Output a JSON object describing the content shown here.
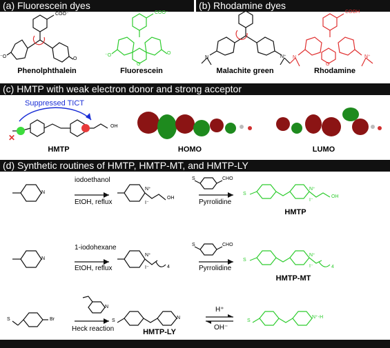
{
  "panels": {
    "a": {
      "title": "(a) Fluorescein dyes",
      "mol1": "Phenolphthalein",
      "mol2": "Fluorescein"
    },
    "b": {
      "title": "(b) Rhodamine dyes",
      "mol1": "Malachite green",
      "mol2": "Rhodamine"
    },
    "c": {
      "title": "(c) HMTP with weak electron donor and strong acceptor",
      "tict": "Suppressed TICT",
      "hmtp": "HMTP",
      "homo": "HOMO",
      "lumo": "LUMO"
    },
    "d": {
      "title": "(d) Synthetic routines of HMTP, HMTP-MT, and HMTP-LY",
      "r1_reagent": "iodoethanol",
      "r1_cond": "EtOH, reflux",
      "r1_step2": "Pyrrolidine",
      "r1_product": "HMTP",
      "r2_reagent": "1-iodohexane",
      "r2_cond": "EtOH, reflux",
      "r2_step2": "Pyrrolidine",
      "r2_product": "HMTP-MT",
      "r3_cond": "Heck reaction",
      "r3_product": "HMTP-LY",
      "r3_acid": "H⁺",
      "r3_base": "OH⁻"
    }
  },
  "atoms": {
    "coo_minus": "COO⁻",
    "cooh": "COOH",
    "o": "O",
    "o_minus": "⁻O",
    "n": "N",
    "n_plus": "N⁺",
    "i_minus": "I⁻",
    "oh": "OH",
    "s": "S",
    "cho": "CHO",
    "br": "Br",
    "n_plus_h": "N⁺-H",
    "sub4": "4"
  },
  "colors": {
    "green": "#2ecc2e",
    "red": "#e03030",
    "blue": "#1a2ed6",
    "orbital_red": "#8b1414",
    "orbital_green": "#1e8a1e"
  }
}
